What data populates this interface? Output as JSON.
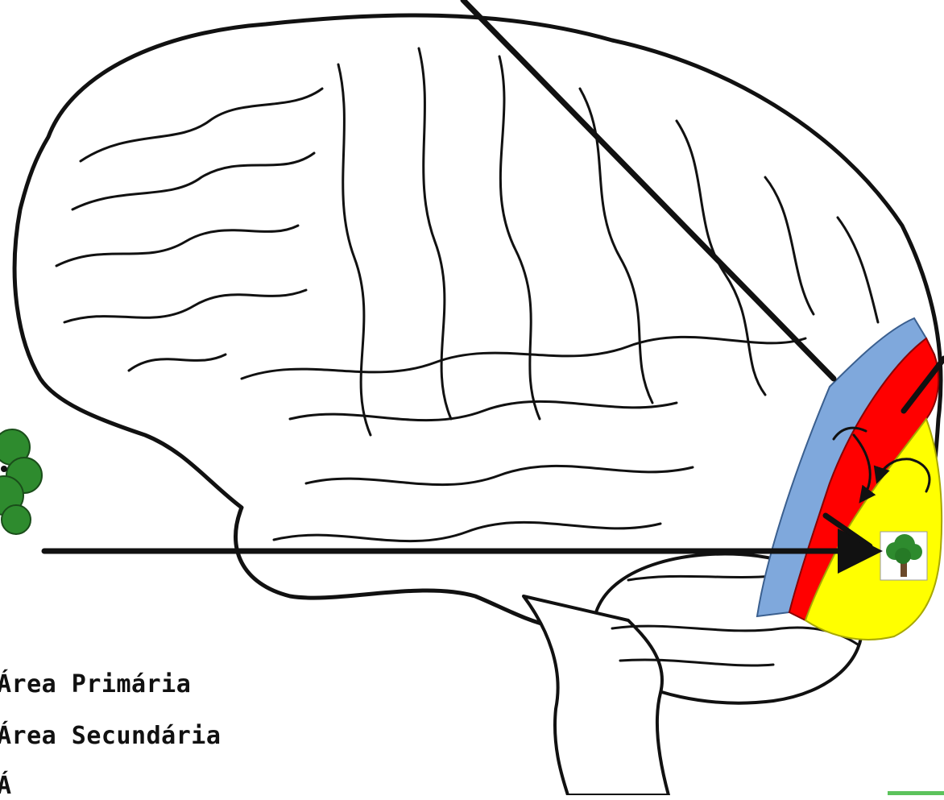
{
  "legend": {
    "primary": "Área Primária",
    "secondary": "Área Secundária",
    "tertiary": "Á"
  },
  "zones": [
    {
      "name": "primary",
      "color": "#ffff00"
    },
    {
      "name": "secondary",
      "color": "#ff0000"
    },
    {
      "name": "tertiary",
      "color": "#7fa8dc"
    }
  ],
  "colors": {
    "outline": "#111111",
    "tree_foliage": "#2e8b2e",
    "tree_trunk": "#6b4a2b",
    "corner_accent": "#5cc35c"
  },
  "icons": [
    "brain-illustration",
    "tree-icon",
    "arrow-icon"
  ]
}
